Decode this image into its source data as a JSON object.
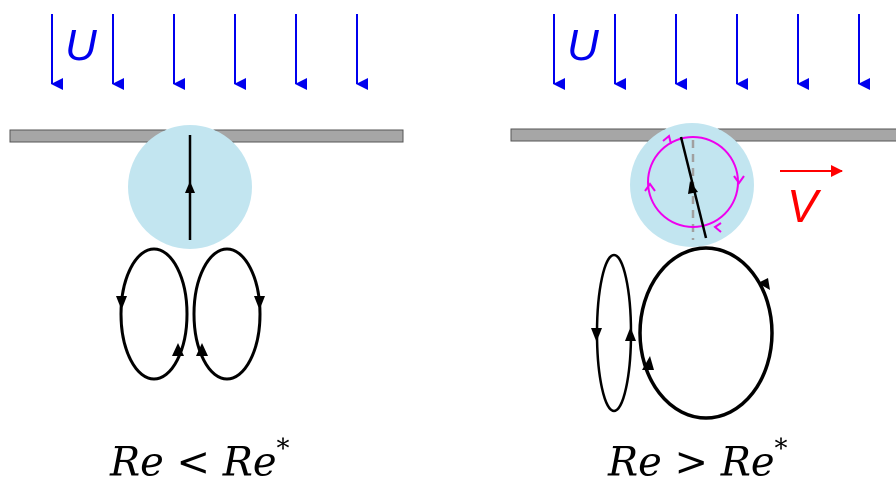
{
  "colors": {
    "flow_arrow": "#0000ee",
    "wall_fill": "#a6a6a6",
    "disk_fill": "#c2e5f0",
    "loop_stroke": "#000000",
    "orbit_stroke": "#ee00ee",
    "velocity": "#ff0000",
    "axis_dashed": "#a0a0a0"
  },
  "left_panel": {
    "flow_label": "U",
    "caption_main": "Re < Re",
    "caption_sup": "*"
  },
  "right_panel": {
    "flow_label": "U",
    "velocity_label": "V",
    "caption_main": "Re > Re",
    "caption_sup": "*"
  }
}
